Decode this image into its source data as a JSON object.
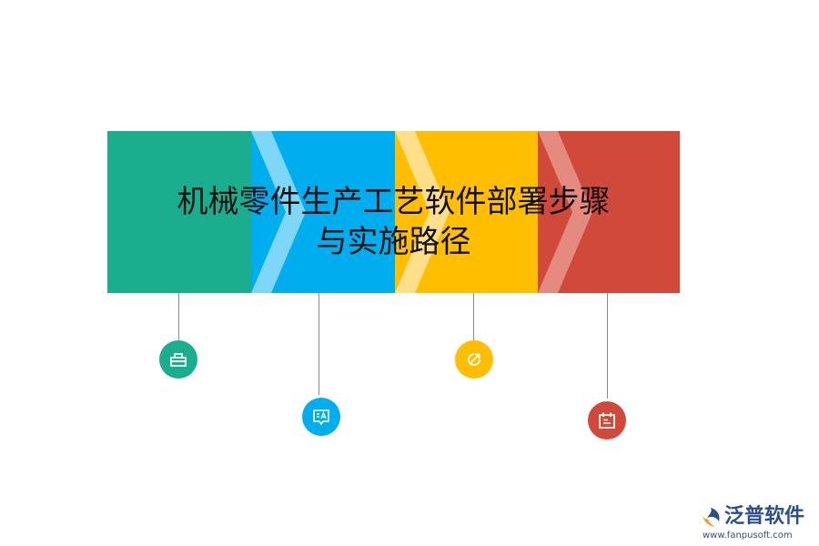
{
  "title": {
    "line1": "机械零件生产工艺软件部署步骤",
    "line2": "与实施路径"
  },
  "steps": [
    {
      "color": "#1aad8e",
      "icon": "basket-icon"
    },
    {
      "color": "#00aeef",
      "icon": "translate-chat-icon"
    },
    {
      "color": "#ffbf00",
      "icon": "target-arrow-icon"
    },
    {
      "color": "#d0493a",
      "icon": "calendar-icon"
    }
  ],
  "logo": {
    "name": "泛普软件",
    "url": "www.fanpusoft.com",
    "color": "#2a4f8f"
  }
}
